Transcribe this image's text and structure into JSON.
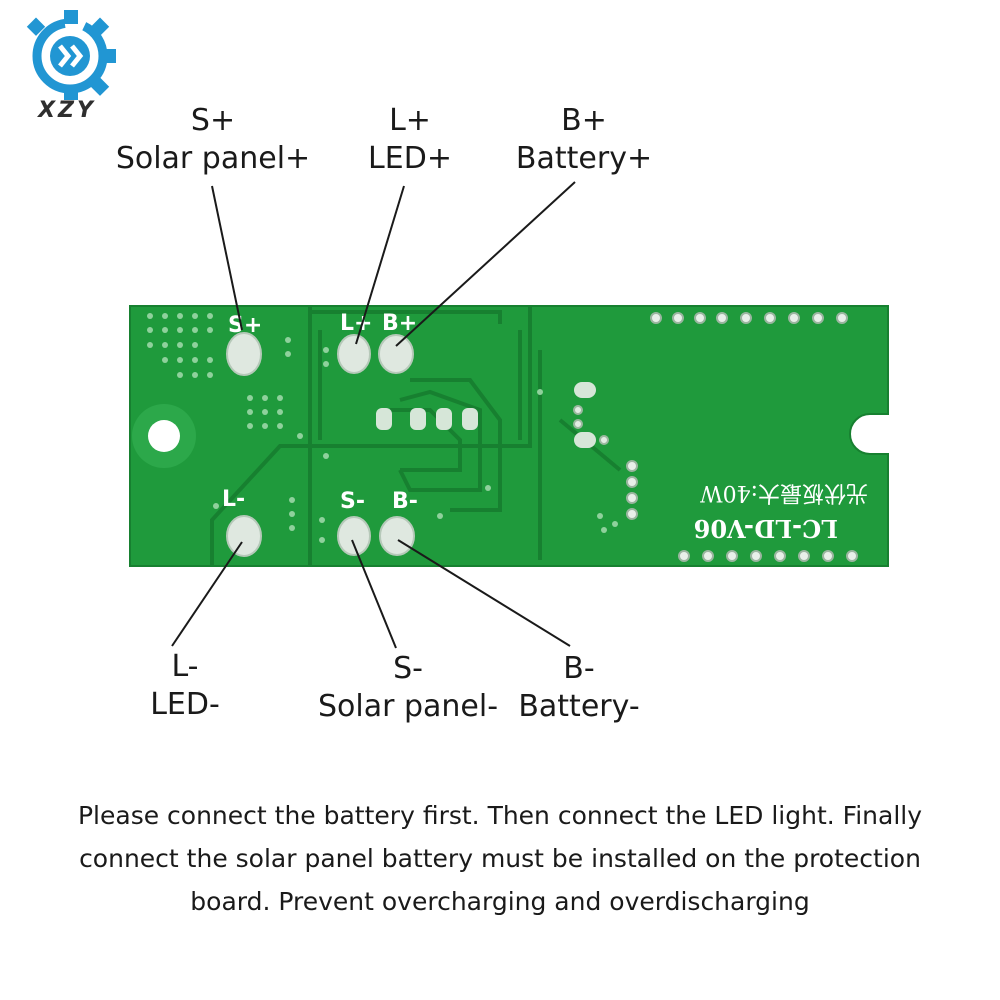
{
  "brand": {
    "name": "XZY",
    "color": "#2196d3",
    "icon": "gear-logo-icon"
  },
  "board": {
    "color": "#1f9a3c",
    "silkscreen_line1": "光伏板最大:40W",
    "silkscreen_line2": "LC-LD-V06",
    "pads": {
      "s_plus": "S+",
      "l_plus": "L+",
      "b_plus": "B+",
      "l_minus": "L-",
      "s_minus": "S-",
      "b_minus": "B-"
    }
  },
  "callouts": {
    "s_plus": {
      "code": "S+",
      "label": "Solar panel+"
    },
    "l_plus": {
      "code": "L+",
      "label": "LED+"
    },
    "b_plus": {
      "code": "B+",
      "label": "Battery+"
    },
    "l_minus": {
      "code": "L-",
      "label": "LED-"
    },
    "s_minus": {
      "code": "S-",
      "label": "Solar panel-"
    },
    "b_minus": {
      "code": "B-",
      "label": "Battery-"
    }
  },
  "instructions": {
    "line1": "Please connect the battery first. Then connect the LED light. Finally",
    "line2": "connect the solar panel battery must be installed on the protection",
    "line3": "board. Prevent overcharging and overdischarging"
  }
}
